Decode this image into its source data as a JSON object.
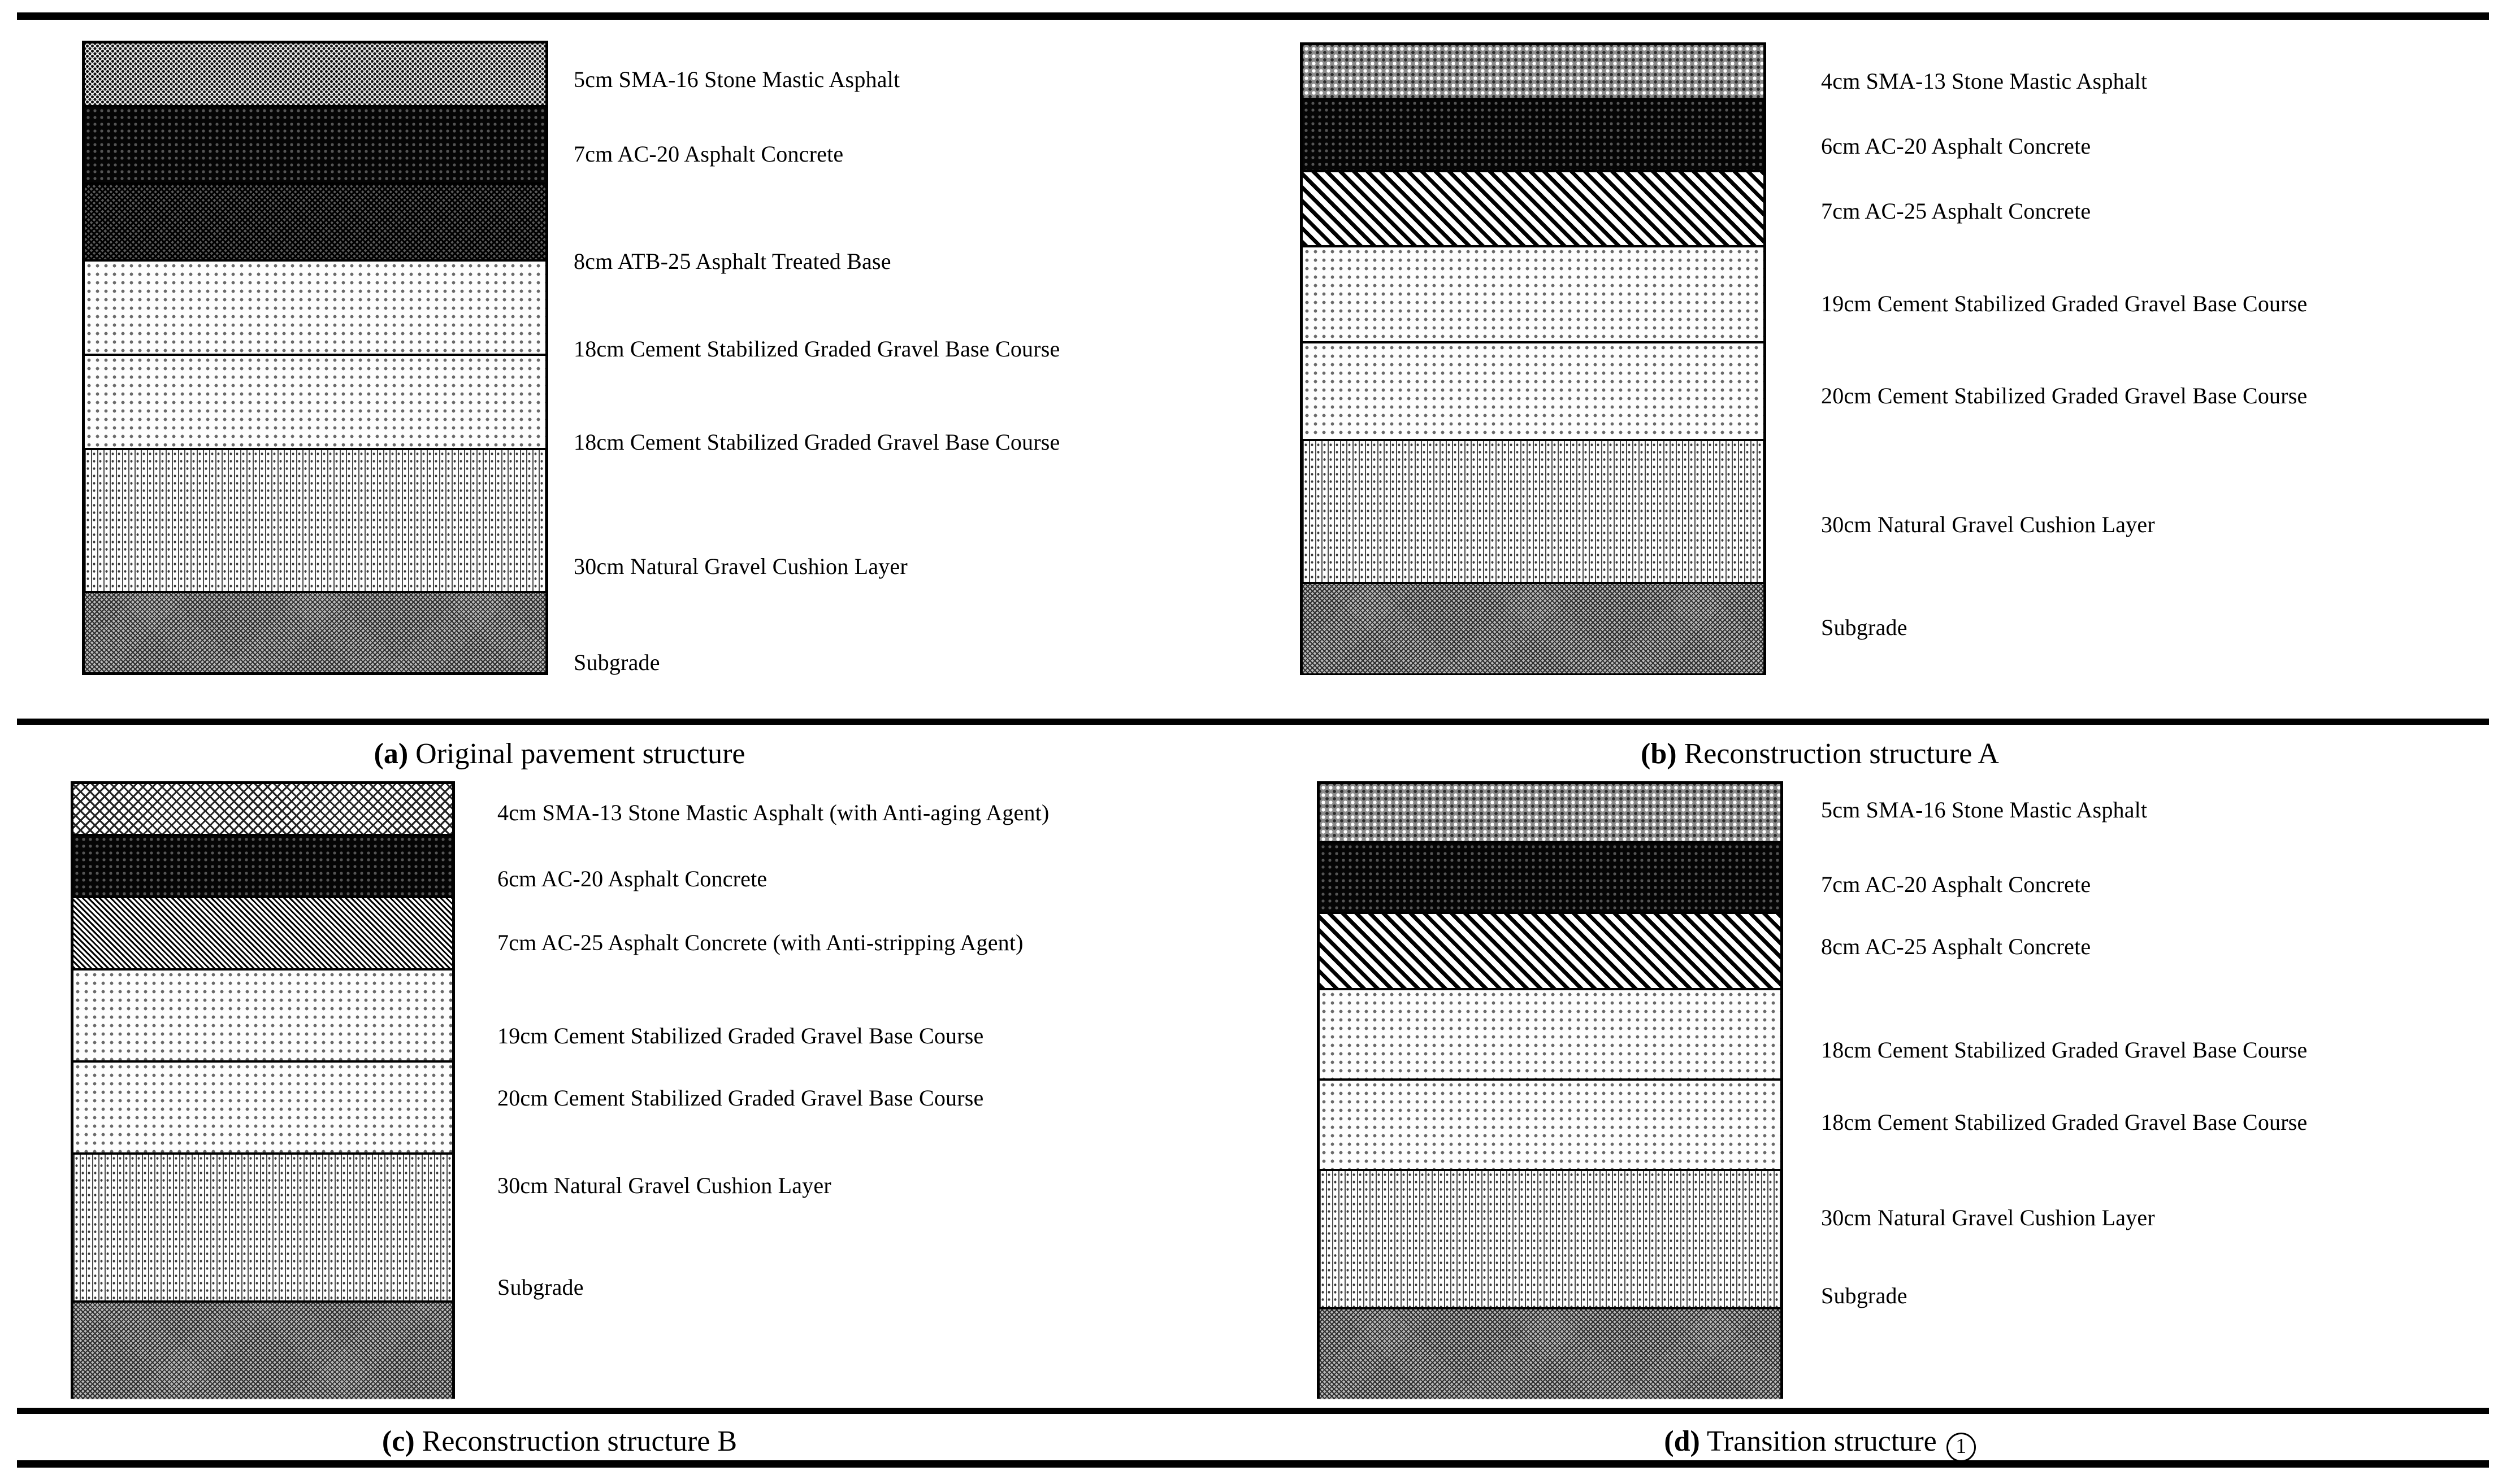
{
  "figure": {
    "panels": [
      {
        "id": "a",
        "caption_tag": "(a)",
        "caption_text": "Original pavement structure",
        "layers": [
          {
            "label": "5cm SMA-16 Stone Mastic Asphalt",
            "thickness_cm": 5,
            "material": "SMA-16 Stone Mastic Asphalt",
            "pattern": "f-sma16"
          },
          {
            "label": "7cm AC-20 Asphalt Concrete",
            "thickness_cm": 7,
            "material": "AC-20 Asphalt Concrete",
            "pattern": "f-black"
          },
          {
            "label": "8cm ATB-25 Asphalt Treated Base",
            "thickness_cm": 8,
            "material": "ATB-25 Asphalt Treated Base",
            "pattern": "f-atb"
          },
          {
            "label": "18cm Cement Stabilized Graded Gravel Base Course",
            "thickness_cm": 18,
            "material": "Cement Stabilized Graded Gravel Base Course",
            "pattern": "f-lightdot"
          },
          {
            "label": "18cm Cement Stabilized Graded Gravel Base Course",
            "thickness_cm": 18,
            "material": "Cement Stabilized Graded Gravel Base Course",
            "pattern": "f-lightdot"
          },
          {
            "label": "30cm Natural Gravel Cushion Layer",
            "thickness_cm": 30,
            "material": "Natural Gravel Cushion Layer",
            "pattern": "f-gravel"
          },
          {
            "label": "Subgrade",
            "thickness_cm": null,
            "material": "Subgrade",
            "pattern": "f-subgrade"
          }
        ]
      },
      {
        "id": "b",
        "caption_tag": "(b)",
        "caption_text": "Reconstruction structure A",
        "layers": [
          {
            "label": "4cm SMA-13 Stone Mastic Asphalt",
            "thickness_cm": 4,
            "material": "SMA-13 Stone Mastic Asphalt",
            "pattern": "f-sma13"
          },
          {
            "label": "6cm AC-20 Asphalt Concrete",
            "thickness_cm": 6,
            "material": "AC-20 Asphalt Concrete",
            "pattern": "f-black"
          },
          {
            "label": "7cm AC-25 Asphalt Concrete",
            "thickness_cm": 7,
            "material": "AC-25 Asphalt Concrete",
            "pattern": "f-diag"
          },
          {
            "label": "19cm Cement Stabilized Graded Gravel Base Course",
            "thickness_cm": 19,
            "material": "Cement Stabilized Graded Gravel Base Course",
            "pattern": "f-lightdot"
          },
          {
            "label": "20cm Cement Stabilized Graded Gravel Base Course",
            "thickness_cm": 20,
            "material": "Cement Stabilized Graded Gravel Base Course",
            "pattern": "f-lightdot"
          },
          {
            "label": "30cm Natural Gravel Cushion Layer",
            "thickness_cm": 30,
            "material": "Natural Gravel Cushion Layer",
            "pattern": "f-gravel"
          },
          {
            "label": "Subgrade",
            "thickness_cm": null,
            "material": "Subgrade",
            "pattern": "f-subgrade"
          }
        ]
      },
      {
        "id": "c",
        "caption_tag": "(c)",
        "caption_text": "Reconstruction structure B",
        "layers": [
          {
            "label": "4cm SMA-13 Stone Mastic Asphalt (with Anti-aging Agent)",
            "thickness_cm": 4,
            "material": "SMA-13 Stone Mastic Asphalt (with Anti-aging Agent)",
            "pattern": "f-cross"
          },
          {
            "label": "6cm AC-20 Asphalt Concrete",
            "thickness_cm": 6,
            "material": "AC-20 Asphalt Concrete",
            "pattern": "f-black"
          },
          {
            "label": "7cm AC-25 Asphalt Concrete (with Anti-stripping Agent)",
            "thickness_cm": 7,
            "material": "AC-25 Asphalt Concrete (with Anti-stripping Agent)",
            "pattern": "f-diagfine"
          },
          {
            "label": "19cm Cement Stabilized Graded Gravel Base Course",
            "thickness_cm": 19,
            "material": "Cement Stabilized Graded Gravel Base Course",
            "pattern": "f-lightdot"
          },
          {
            "label": "20cm Cement Stabilized Graded Gravel Base Course",
            "thickness_cm": 20,
            "material": "Cement Stabilized Graded Gravel Base Course",
            "pattern": "f-lightdot"
          },
          {
            "label": "30cm Natural Gravel Cushion Layer",
            "thickness_cm": 30,
            "material": "Natural Gravel Cushion Layer",
            "pattern": "f-gravel"
          },
          {
            "label": "Subgrade",
            "thickness_cm": null,
            "material": "Subgrade",
            "pattern": "f-subgrade"
          }
        ]
      },
      {
        "id": "d",
        "caption_tag": "(d)",
        "caption_text": "Transition structure",
        "caption_circled": "1",
        "layers": [
          {
            "label": "5cm SMA-16 Stone Mastic Asphalt",
            "thickness_cm": 5,
            "material": "SMA-16 Stone Mastic Asphalt",
            "pattern": "f-sma13"
          },
          {
            "label": "7cm AC-20 Asphalt Concrete",
            "thickness_cm": 7,
            "material": "AC-20 Asphalt Concrete",
            "pattern": "f-black"
          },
          {
            "label": "8cm AC-25 Asphalt Concrete",
            "thickness_cm": 8,
            "material": "AC-25 Asphalt Concrete",
            "pattern": "f-diag"
          },
          {
            "label": "18cm Cement Stabilized Graded Gravel Base Course",
            "thickness_cm": 18,
            "material": "Cement Stabilized Graded Gravel Base Course",
            "pattern": "f-lightdot"
          },
          {
            "label": "18cm Cement Stabilized Graded Gravel Base Course",
            "thickness_cm": 18,
            "material": "Cement Stabilized Graded Gravel Base Course",
            "pattern": "f-lightdot"
          },
          {
            "label": "30cm Natural Gravel Cushion Layer",
            "thickness_cm": 30,
            "material": "Natural Gravel Cushion Layer",
            "pattern": "f-gravel"
          },
          {
            "label": "Subgrade",
            "thickness_cm": null,
            "material": "Subgrade",
            "pattern": "f-subgrade"
          }
        ]
      }
    ]
  }
}
